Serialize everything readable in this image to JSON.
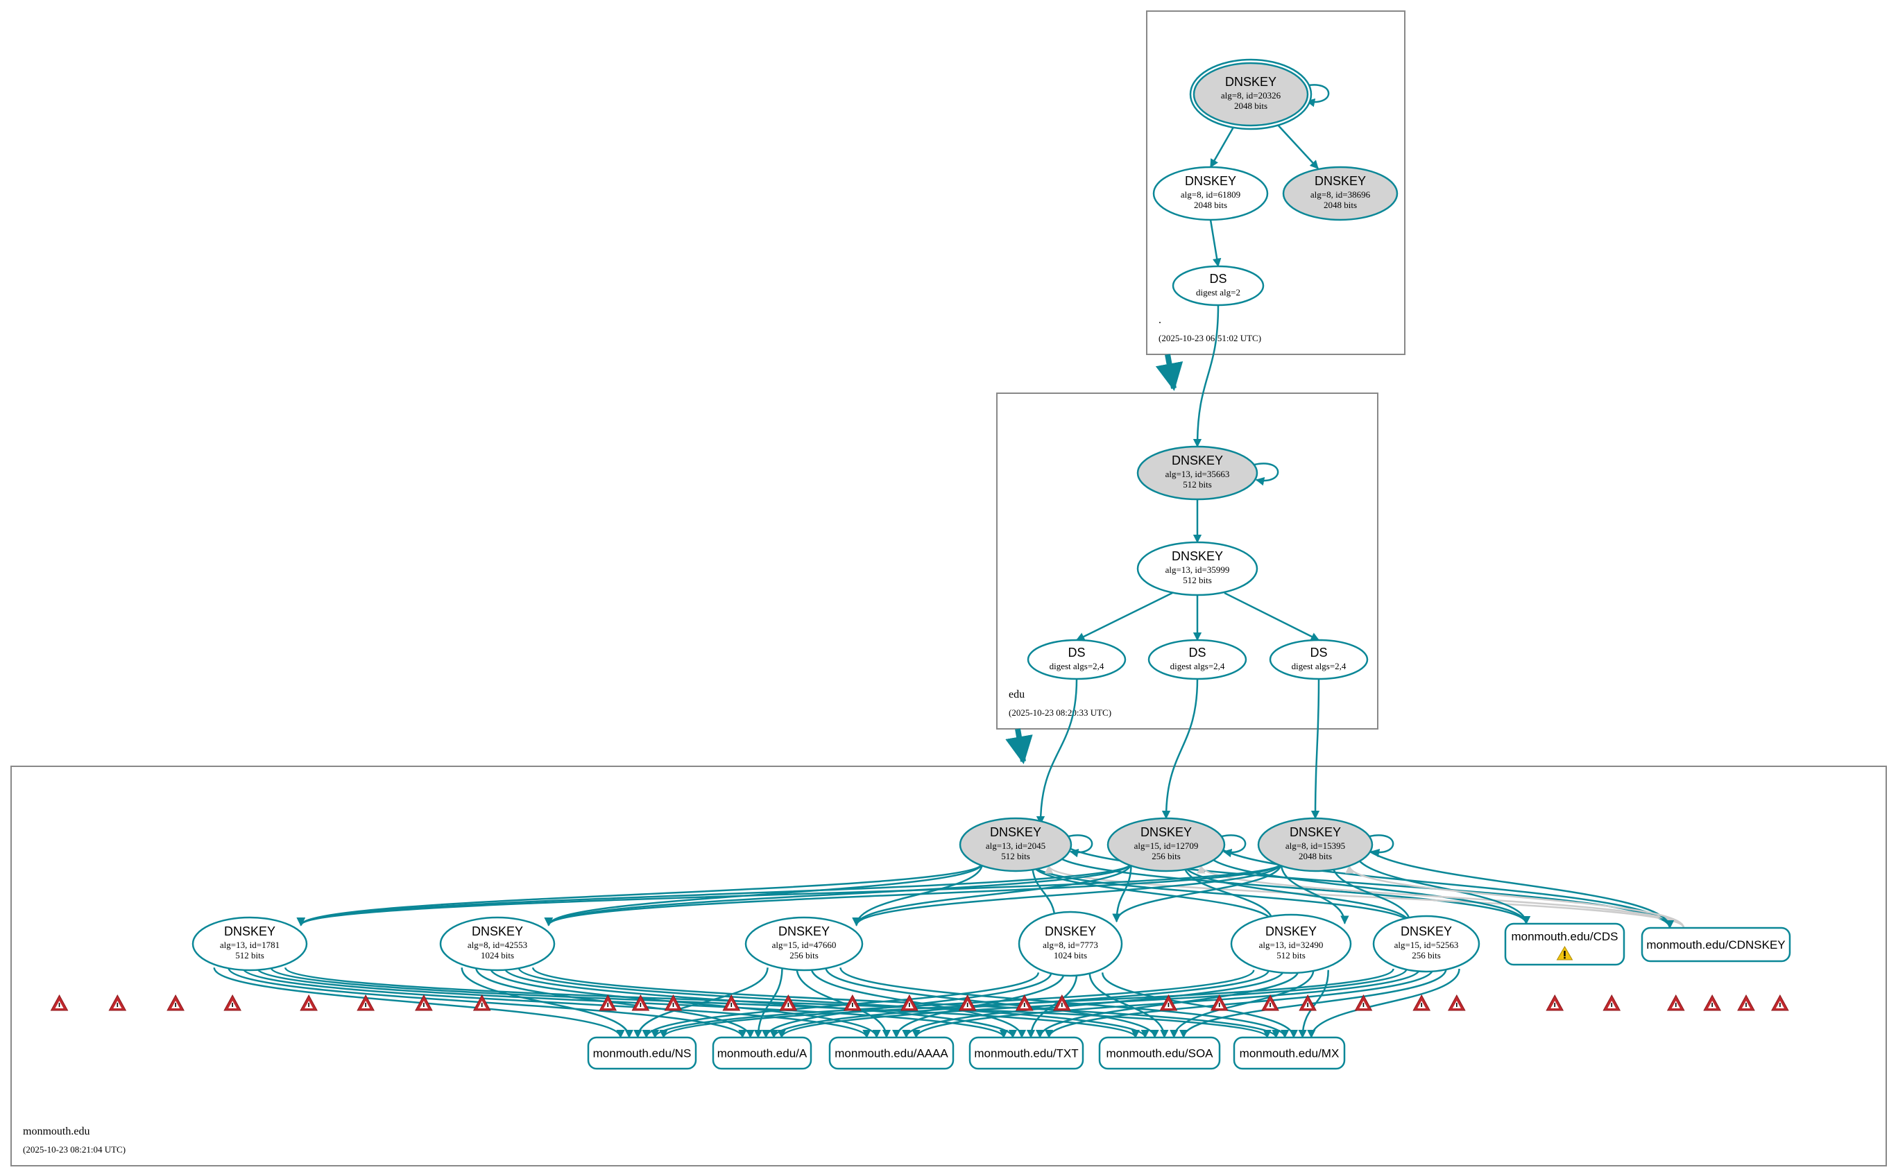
{
  "colors": {
    "edge": "#0b8797",
    "key_fill": "#d3d3d3",
    "zone_border": "#888888",
    "revoked_edge": "#cccccc",
    "warn_red": "#c0282d",
    "warn_yellow": "#f1c40f"
  },
  "zones": [
    {
      "id": "root",
      "name": ".",
      "timestamp": "(2025-10-23 06:51:02 UTC)"
    },
    {
      "id": "edu",
      "name": "edu",
      "timestamp": "(2025-10-23 08:20:33 UTC)"
    },
    {
      "id": "monmouth",
      "name": "monmouth.edu",
      "timestamp": "(2025-10-23 08:21:04 UTC)"
    }
  ],
  "nodes": [
    {
      "id": "r_ksk",
      "type": "DNSKEY",
      "line1": "alg=8, id=20326",
      "line2": "2048 bits",
      "sep": true,
      "trust_anchor": true
    },
    {
      "id": "r_zsk",
      "type": "DNSKEY",
      "line1": "alg=8, id=61809",
      "line2": "2048 bits",
      "sep": false
    },
    {
      "id": "r_k2",
      "type": "DNSKEY",
      "line1": "alg=8, id=38696",
      "line2": "2048 bits",
      "sep": true
    },
    {
      "id": "r_ds",
      "type": "DS",
      "line1": "digest alg=2",
      "line2": ""
    },
    {
      "id": "e_ksk",
      "type": "DNSKEY",
      "line1": "alg=13, id=35663",
      "line2": "512 bits",
      "sep": true
    },
    {
      "id": "e_zsk",
      "type": "DNSKEY",
      "line1": "alg=13, id=35999",
      "line2": "512 bits",
      "sep": false
    },
    {
      "id": "e_ds1",
      "type": "DS",
      "line1": "digest algs=2,4",
      "line2": ""
    },
    {
      "id": "e_ds2",
      "type": "DS",
      "line1": "digest algs=2,4",
      "line2": ""
    },
    {
      "id": "e_ds3",
      "type": "DS",
      "line1": "digest algs=2,4",
      "line2": ""
    },
    {
      "id": "m_k1",
      "type": "DNSKEY",
      "line1": "alg=13, id=2045",
      "line2": "512 bits",
      "sep": true
    },
    {
      "id": "m_k2",
      "type": "DNSKEY",
      "line1": "alg=15, id=12709",
      "line2": "256 bits",
      "sep": true
    },
    {
      "id": "m_k3",
      "type": "DNSKEY",
      "line1": "alg=8, id=15395",
      "line2": "2048 bits",
      "sep": true
    },
    {
      "id": "m_z1",
      "type": "DNSKEY",
      "line1": "alg=13, id=1781",
      "line2": "512 bits",
      "sep": false
    },
    {
      "id": "m_z2",
      "type": "DNSKEY",
      "line1": "alg=8, id=42553",
      "line2": "1024 bits",
      "sep": false
    },
    {
      "id": "m_z3",
      "type": "DNSKEY",
      "line1": "alg=15, id=47660",
      "line2": "256 bits",
      "sep": false
    },
    {
      "id": "m_z4",
      "type": "DNSKEY",
      "line1": "alg=8, id=7773",
      "line2": "1024 bits",
      "sep": false
    },
    {
      "id": "m_z5",
      "type": "DNSKEY",
      "line1": "alg=13, id=32490",
      "line2": "512 bits",
      "sep": false
    },
    {
      "id": "m_z6",
      "type": "DNSKEY",
      "line1": "alg=15, id=52563",
      "line2": "256 bits",
      "sep": false
    }
  ],
  "rrsets": [
    {
      "id": "cds",
      "label": "monmouth.edu/CDS",
      "warning": true
    },
    {
      "id": "cdnskey",
      "label": "monmouth.edu/CDNSKEY",
      "warning": false
    },
    {
      "id": "ns",
      "label": "monmouth.edu/NS"
    },
    {
      "id": "a",
      "label": "monmouth.edu/A"
    },
    {
      "id": "aaaa",
      "label": "monmouth.edu/AAAA"
    },
    {
      "id": "txt",
      "label": "monmouth.edu/TXT"
    },
    {
      "id": "soa",
      "label": "monmouth.edu/SOA"
    },
    {
      "id": "mx",
      "label": "monmouth.edu/MX"
    }
  ],
  "warning_icons": {
    "count": 31,
    "icon": "error-triangle-icon"
  }
}
